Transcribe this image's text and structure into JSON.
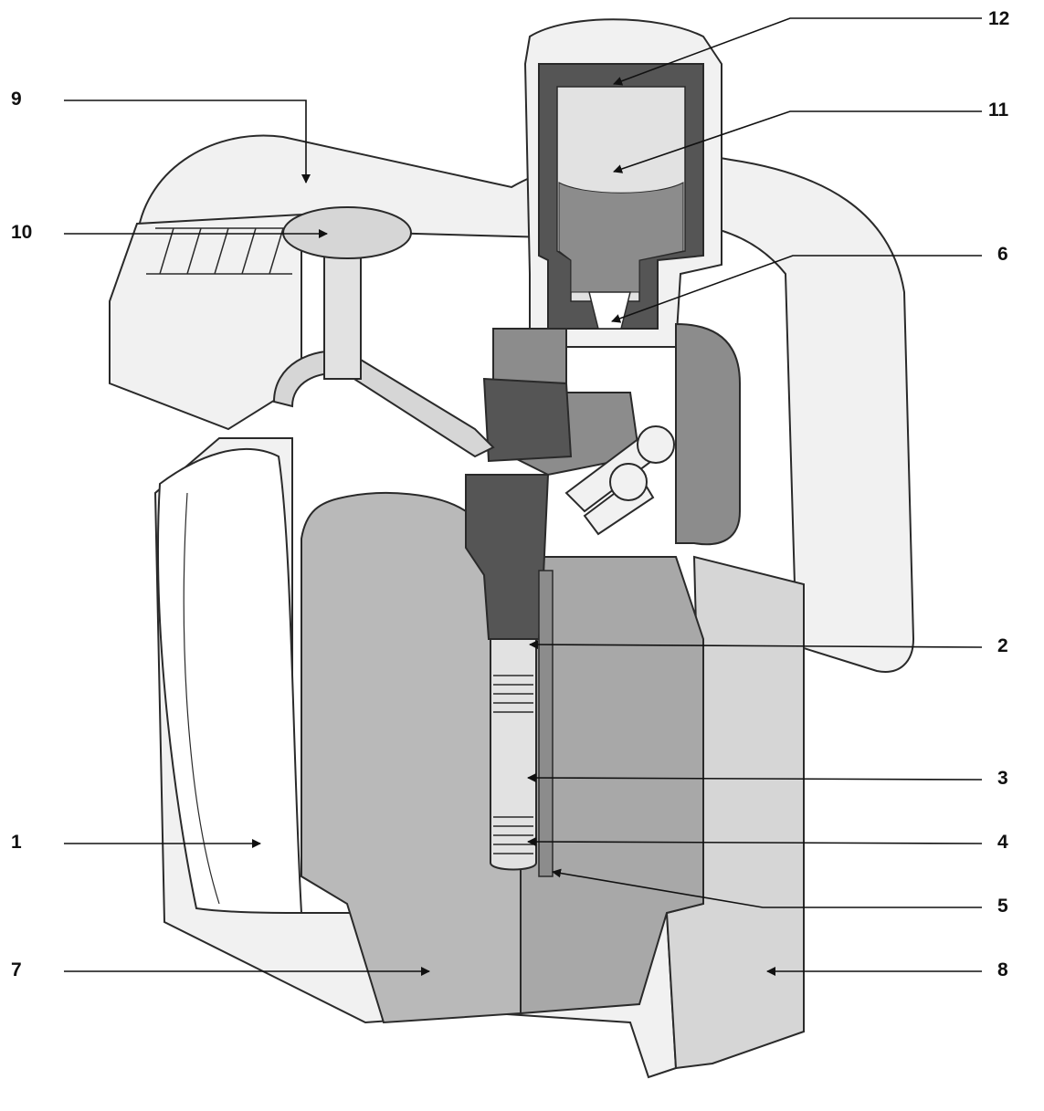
{
  "callouts": [
    {
      "id": "1",
      "text": "1"
    },
    {
      "id": "2",
      "text": "2"
    },
    {
      "id": "3",
      "text": "3"
    },
    {
      "id": "4",
      "text": "4"
    },
    {
      "id": "5",
      "text": "5"
    },
    {
      "id": "6",
      "text": "6"
    },
    {
      "id": "7",
      "text": "7"
    },
    {
      "id": "8",
      "text": "8"
    },
    {
      "id": "9",
      "text": "9"
    },
    {
      "id": "10",
      "text": "10"
    },
    {
      "id": "11",
      "text": "11"
    },
    {
      "id": "12",
      "text": "12"
    }
  ],
  "colors": {
    "outline": "#2a2a2a",
    "housing": "#f1f1f1",
    "housing_shade": "#d6d6d6",
    "tank": "#b9b9b9",
    "tank_shade": "#a8a8a8",
    "dark_part": "#555555",
    "mid_part": "#8c8c8c",
    "clear_part": "#e2e2e2"
  }
}
